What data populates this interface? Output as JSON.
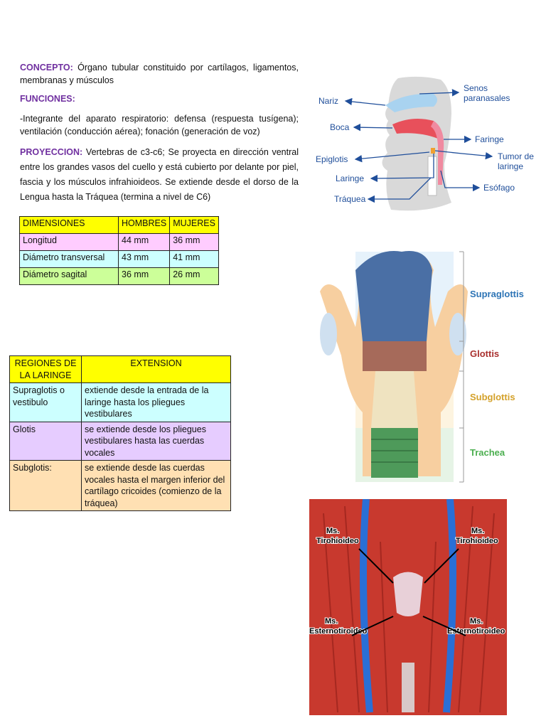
{
  "concepto": {
    "label": "CONCEPTO:",
    "text": "Órgano tubular constituido por cartílagos, ligamentos, membranas y músculos"
  },
  "funciones": {
    "label": "FUNCIONES:",
    "text": "-Integrante del aparato respiratorio: defensa (respuesta tusígena); ventilación (conducción aérea); fonación (generación de voz)"
  },
  "proyeccion": {
    "label": "PROYECCION:",
    "text": "Vertebras de c3-c6; Se proyecta en dirección ventral entre los grandes vasos del cuello y está cubierto por delante por piel, fascia y los músculos infrahioideos.  Se extiende desde el dorso de la Lengua hasta la Tráquea (termina a nivel de C6)"
  },
  "dimensions_table": {
    "headers": [
      "DIMENSIONES",
      "HOMBRES",
      "MUJERES"
    ],
    "rows": [
      {
        "label": "Longitud",
        "hombres": "44 mm",
        "mujeres": "36 mm"
      },
      {
        "label": "Diámetro transversal",
        "hombres": "43 mm",
        "mujeres": "41 mm"
      },
      {
        "label": "Diámetro sagital",
        "hombres": "36 mm",
        "mujeres": "26 mm"
      }
    ],
    "colors": {
      "header": "#ffff00",
      "row1": "#ffccff",
      "row2": "#ccffff",
      "row3": "#ccff99"
    }
  },
  "regions_table": {
    "headers": [
      "REGIONES DE LA LARINGE",
      "EXTENSION"
    ],
    "rows": [
      {
        "region": "Supraglotis o vestibulo",
        "extension": "extiende desde la entrada de la laringe hasta los pliegues vestibulares"
      },
      {
        "region": "Glotis",
        "extension": "se extiende desde los pliegues vestibulares hasta las cuerdas vocales"
      },
      {
        "region": "Subglotis:",
        "extension": "se extiende desde las cuerdas vocales hasta el margen inferior del cartílago cricoides (comienzo de la tráquea)"
      }
    ],
    "colors": {
      "header": "#ffff00",
      "row1": "#ccffff",
      "row2": "#e6ccff",
      "row3": "#ffe0b3"
    }
  },
  "figure1": {
    "labels": {
      "senos": "Senos",
      "paranasales": "paranasales",
      "nariz": "Nariz",
      "boca": "Boca",
      "faringe": "Faringe",
      "epiglotis": "Epiglotis",
      "tumor1": "Tumor de",
      "tumor2": "laringe",
      "laringe": "Laringe",
      "esofago": "Esófago",
      "traquea": "Tráquea"
    },
    "label_color": "#1f4e9a"
  },
  "figure2": {
    "labels": {
      "supraglottis": "Supraglottis",
      "glottis": "Glottis",
      "subglottis": "Subglottis",
      "trachea": "Trachea"
    },
    "colors": {
      "supraglottis": "#2e75b6",
      "glottis": "#a9302e",
      "subglottis": "#d4a12a",
      "trachea": "#4caf50"
    }
  },
  "figure3": {
    "labels": {
      "ms1": "Ms.",
      "tiro": "Tirohioideo",
      "ms2": "Ms.",
      "esterno": "Esternotiroideo"
    }
  }
}
